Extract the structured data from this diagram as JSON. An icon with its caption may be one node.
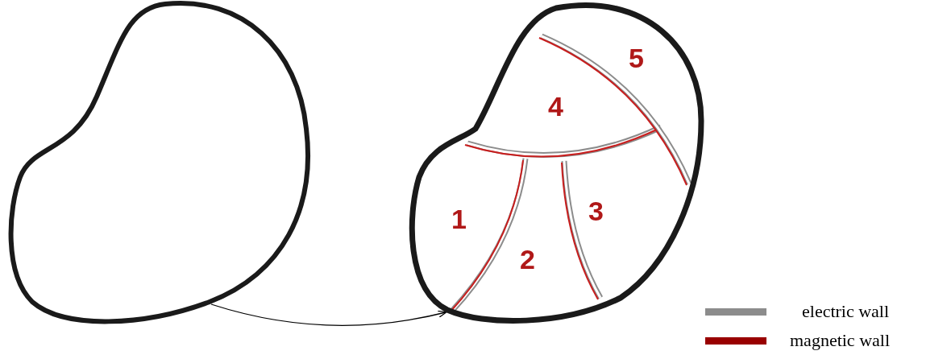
{
  "diagram": {
    "nodes": [
      {
        "text": [],
        "shape": "picture"
      },
      {
        "text": [],
        "shape": "picture"
      }
    ],
    "edges": [
      {
        "from": 0,
        "to": 1,
        "arrow": "to"
      }
    ],
    "labels": [
      "1",
      "2",
      "3",
      "4",
      "5"
    ],
    "legend": [
      {
        "text": "electric wall",
        "color": "#8c8c8c"
      },
      {
        "text": "magnetic wall",
        "color": "#990000"
      }
    ]
  }
}
